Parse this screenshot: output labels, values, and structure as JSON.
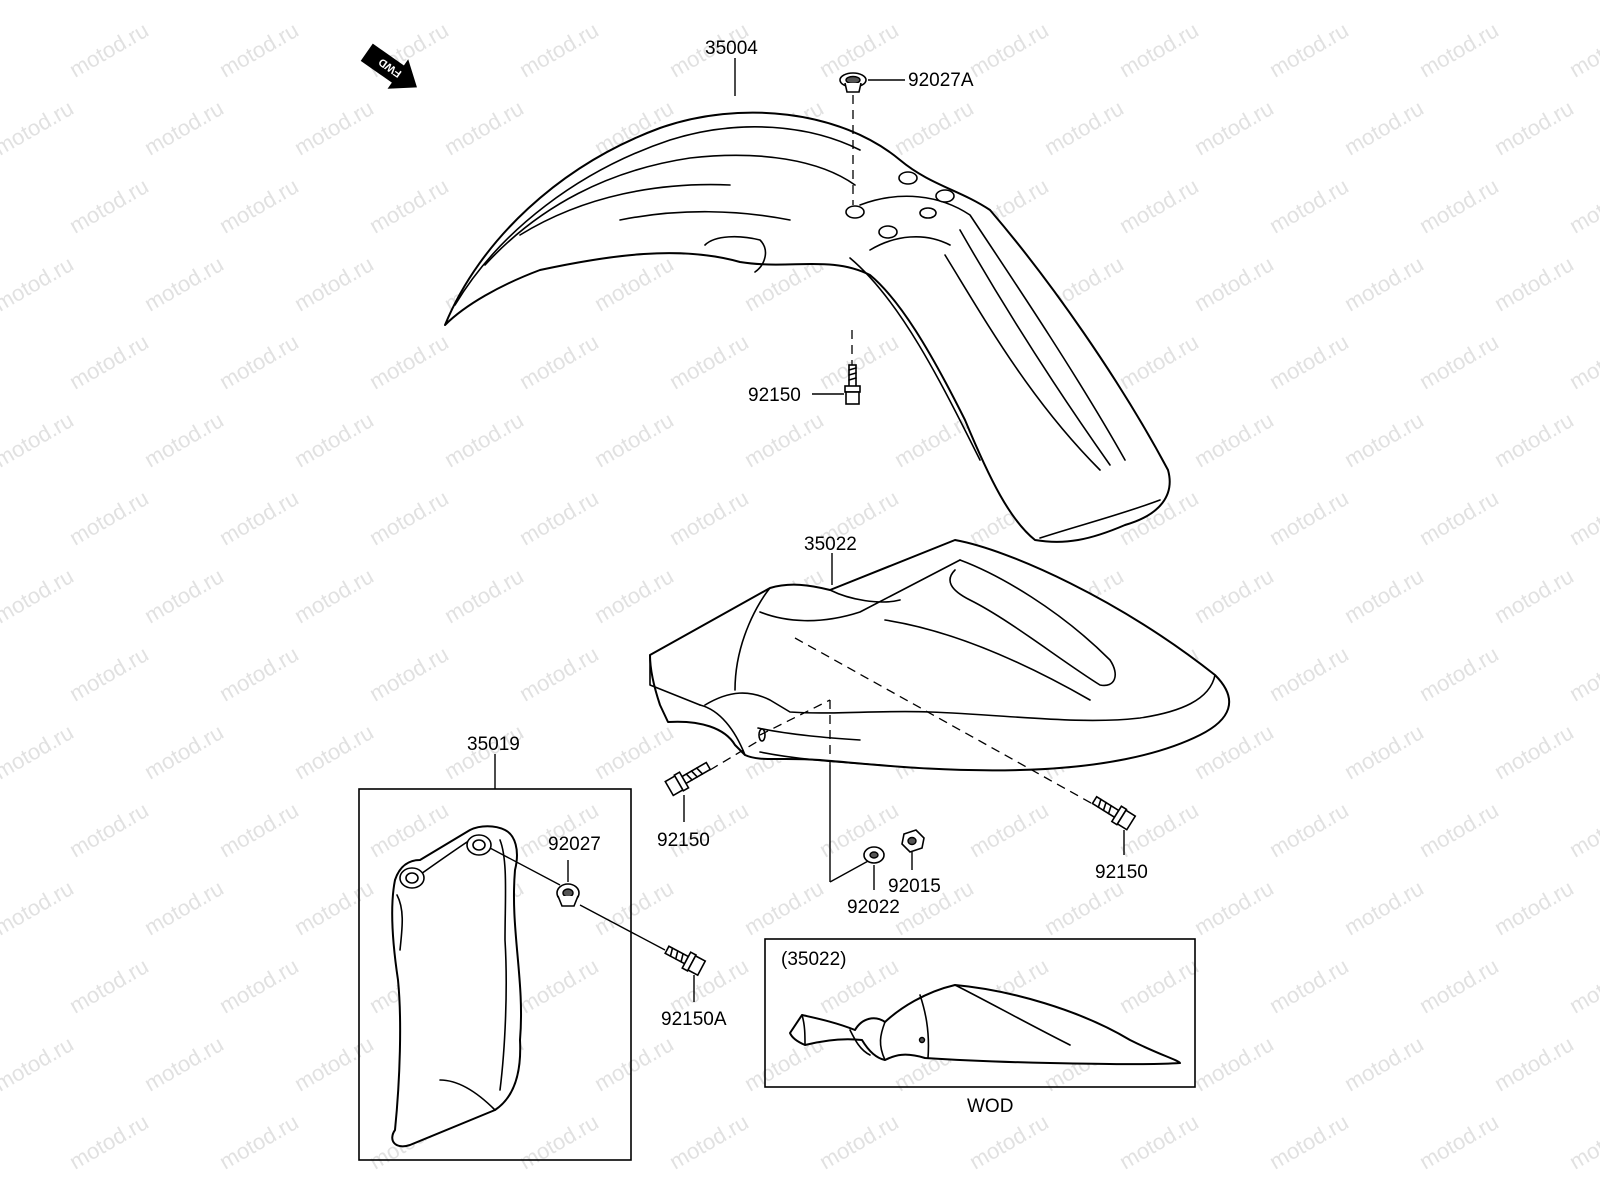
{
  "watermark": "motod.ru",
  "fwd_label": "FWD",
  "labels": {
    "front_fender": "35004",
    "cap_92027a": "92027A",
    "bolt_top": "92150",
    "rear_fender": "35022",
    "flap": "35019",
    "washer_92027": "92027",
    "bolt_left": "92150",
    "bolt_right": "92150",
    "bolt_92150a": "92150A",
    "washer_92022": "92022",
    "nut_92015": "92015",
    "inset_ref": "(35022)",
    "inset_variant": "WOD"
  },
  "colors": {
    "line": "#000000",
    "background": "#ffffff",
    "watermark": "#c9c9c9"
  }
}
